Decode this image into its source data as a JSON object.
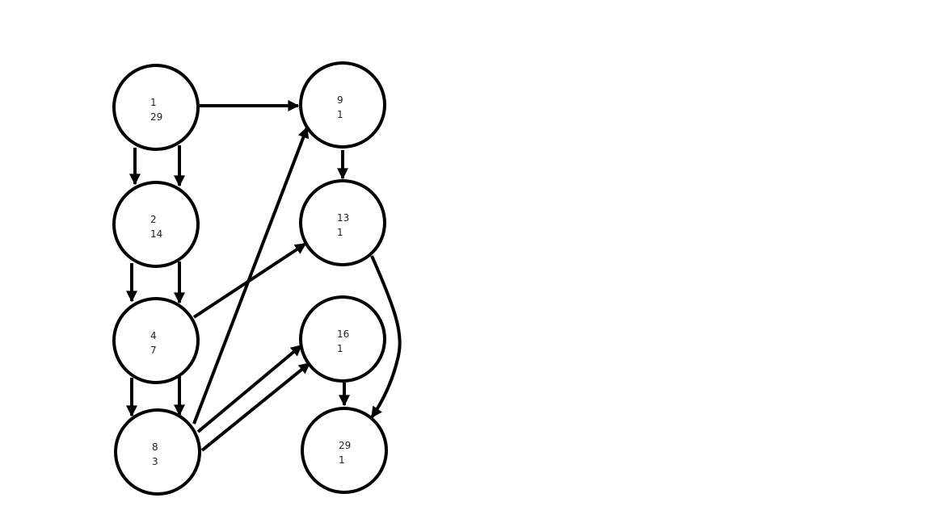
{
  "nodes": [
    {
      "id": "1",
      "line1": "1",
      "line2": "29"
    },
    {
      "id": "2",
      "line1": "2",
      "line2": "14"
    },
    {
      "id": "4",
      "line1": "4",
      "line2": "7"
    },
    {
      "id": "8",
      "line1": "8",
      "line2": "3"
    },
    {
      "id": "9",
      "line1": "9",
      "line2": "1"
    },
    {
      "id": "13",
      "line1": "13",
      "line2": "1"
    },
    {
      "id": "16",
      "line1": "16",
      "line2": "1"
    },
    {
      "id": "29",
      "line1": "29",
      "line2": "1"
    }
  ],
  "edges": [
    {
      "from": "1",
      "to": "9"
    },
    {
      "from": "1",
      "to": "2"
    },
    {
      "from": "1",
      "to": "2"
    },
    {
      "from": "2",
      "to": "4"
    },
    {
      "from": "2",
      "to": "4"
    },
    {
      "from": "4",
      "to": "8"
    },
    {
      "from": "4",
      "to": "8"
    },
    {
      "from": "8",
      "to": "9"
    },
    {
      "from": "4",
      "to": "13"
    },
    {
      "from": "8",
      "to": "16"
    },
    {
      "from": "8",
      "to": "16"
    },
    {
      "from": "9",
      "to": "13"
    },
    {
      "from": "16",
      "to": "29"
    },
    {
      "from": "13",
      "to": "29"
    }
  ]
}
